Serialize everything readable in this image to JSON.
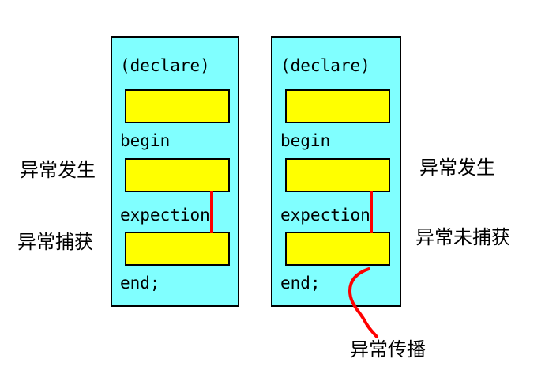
{
  "diagram": {
    "title_hint": "PL/SQL exception handling blocks",
    "colors": {
      "page_bg": "#FFFFFF",
      "block_fill": "#80FFFF",
      "slot_fill": "#FFFF00",
      "outline": "#000000",
      "connector": "#FF0000",
      "text": "#000000"
    },
    "blocks": [
      {
        "role": "exception caught",
        "declare": "(declare)",
        "begin": "begin",
        "exception": "expection",
        "end": "end;"
      },
      {
        "role": "exception not caught",
        "declare": "(declare)",
        "begin": "begin",
        "exception": "expection",
        "end": "end;"
      }
    ],
    "annotations": {
      "left_occurs": "异常发生",
      "left_caught": "异常捕获",
      "right_occurs": "异常发生",
      "right_uncaught": "异常未捕获",
      "propagation": "异常传播"
    }
  }
}
